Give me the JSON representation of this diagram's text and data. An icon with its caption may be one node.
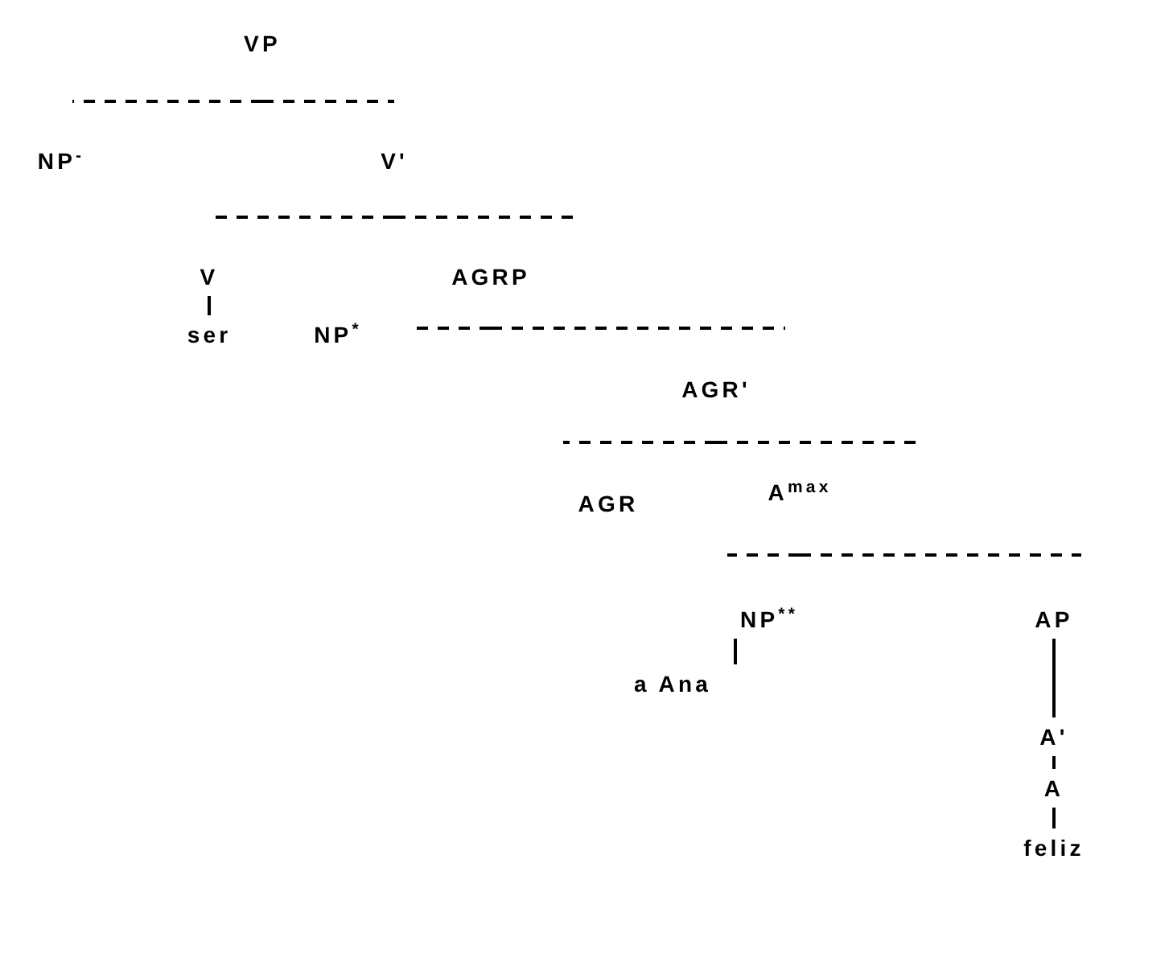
{
  "diagram": {
    "nodes": [
      {
        "text": [
          "VP"
        ]
      },
      {
        "text": [
          "NP$^{-}$"
        ]
      },
      {
        "text": [
          "V'"
        ]
      },
      {
        "text": [
          "V"
        ]
      },
      {
        "text": [
          "AGRP"
        ]
      },
      {
        "text": [
          "ser"
        ]
      },
      {
        "text": [
          "NP$^{*}$"
        ]
      },
      {
        "text": [
          "AGR'"
        ]
      },
      {
        "text": [
          "AGR"
        ]
      },
      {
        "text": [
          "A$^{max}$"
        ]
      },
      {
        "text": [
          "NP$^{**}$"
        ]
      },
      {
        "text": [
          "a Ana"
        ]
      },
      {
        "text": [
          "AP"
        ]
      },
      {
        "text": [
          "A'"
        ]
      },
      {
        "text": [
          "A"
        ]
      },
      {
        "text": [
          "feliz"
        ]
      }
    ],
    "edges": [
      {
        "from": 0,
        "to": 1,
        "arrow": "none",
        "style": "dashed"
      },
      {
        "from": 0,
        "to": 2,
        "arrow": "none",
        "style": "dashed"
      },
      {
        "from": 2,
        "to": 3,
        "arrow": "none",
        "style": "dashed"
      },
      {
        "from": 2,
        "to": 4,
        "arrow": "none",
        "style": "dashed"
      },
      {
        "from": 3,
        "to": 5,
        "arrow": "none"
      },
      {
        "from": 4,
        "to": 6,
        "arrow": "none",
        "style": "dashed"
      },
      {
        "from": 4,
        "to": 7,
        "arrow": "none",
        "style": "dashed"
      },
      {
        "from": 7,
        "to": 8,
        "arrow": "none",
        "style": "dashed"
      },
      {
        "from": 7,
        "to": 9,
        "arrow": "none",
        "style": "dashed"
      },
      {
        "from": 9,
        "to": 10,
        "arrow": "none",
        "style": "dashed"
      },
      {
        "from": 9,
        "to": 12,
        "arrow": "none",
        "style": "dashed"
      },
      {
        "from": 10,
        "to": 11,
        "arrow": "none"
      },
      {
        "from": 12,
        "to": 13,
        "arrow": "none"
      },
      {
        "from": 13,
        "to": 14,
        "arrow": "none"
      },
      {
        "from": 14,
        "to": 15,
        "arrow": "none"
      }
    ]
  }
}
